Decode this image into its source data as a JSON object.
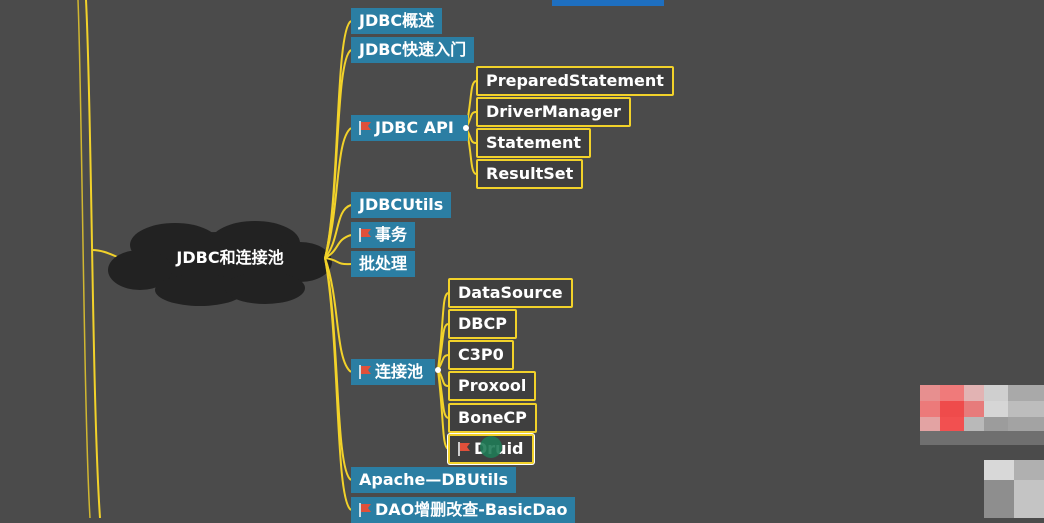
{
  "root": {
    "label": "JDBC和连接池"
  },
  "branches": [
    {
      "label": "JDBC概述",
      "flag": false
    },
    {
      "label": "JDBC快速入门",
      "flag": false
    },
    {
      "label": "JDBC API",
      "flag": true,
      "children": [
        "PreparedStatement",
        "DriverManager",
        "Statement",
        "ResultSet"
      ]
    },
    {
      "label": "JDBCUtils",
      "flag": false
    },
    {
      "label": "事务",
      "flag": true
    },
    {
      "label": "批处理",
      "flag": false
    },
    {
      "label": "连接池",
      "flag": true,
      "children": [
        "DataSource",
        "DBCP",
        "C3P0",
        "Proxool",
        "BoneCP",
        "Druid"
      ]
    },
    {
      "label": "Apache—DBUtils",
      "flag": false
    },
    {
      "label": "DAO增删改查-BasicDao",
      "flag": true
    }
  ],
  "colors": {
    "background": "#4b4b4b",
    "branch_fill": "#2b7ea3",
    "child_border": "#f2d22a",
    "connector": "#f2d22a",
    "root_cloud": "#222222",
    "flag": "#e0503a"
  }
}
